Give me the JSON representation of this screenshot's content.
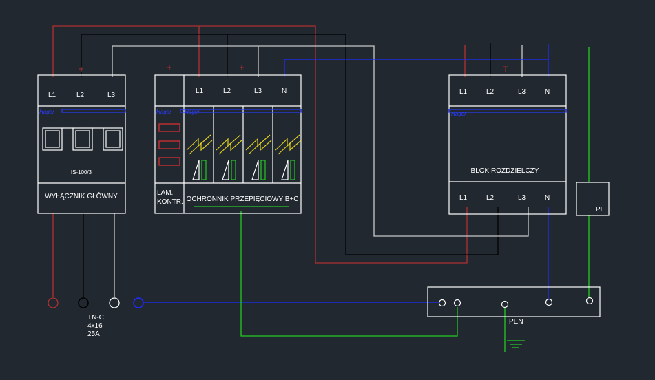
{
  "colors": {
    "background": "#212830",
    "outline": "#ffffff",
    "phase_l1": "#b03030",
    "phase_l2": "#000000",
    "phase_l3": "#c8c8c8",
    "neutral": "#1f2bff",
    "protective": "#22cc22",
    "surge_icon": "#e0d020",
    "indicator": "#e03030"
  },
  "main_switch": {
    "terminals": [
      "L1",
      "L2",
      "L3"
    ],
    "model": "IS-100/3",
    "title": "WYŁĄCZNIK GŁÓWNY"
  },
  "indicator_lamp": {
    "title_line1": "LAM.",
    "title_line2": "KONTR."
  },
  "surge_protector": {
    "terminals": [
      "L1",
      "L2",
      "L3",
      "N"
    ],
    "title": "OCHRONNIK PRZEPIĘCIOWY B+C"
  },
  "distribution_block": {
    "top_terminals": [
      "L1",
      "L2",
      "L3",
      "N"
    ],
    "bottom_terminals": [
      "L1",
      "L2",
      "L3",
      "N"
    ],
    "title": "BLOK ROZDZIELCZY"
  },
  "pe_terminal": {
    "label": "PE"
  },
  "pen_bar": {
    "label": "PEN"
  },
  "supply": {
    "line1": "TN-C",
    "line2": "4x16",
    "line3": "25A"
  },
  "brand_tags": [
    "Hager",
    "Hager",
    "Hager",
    "Hager"
  ]
}
